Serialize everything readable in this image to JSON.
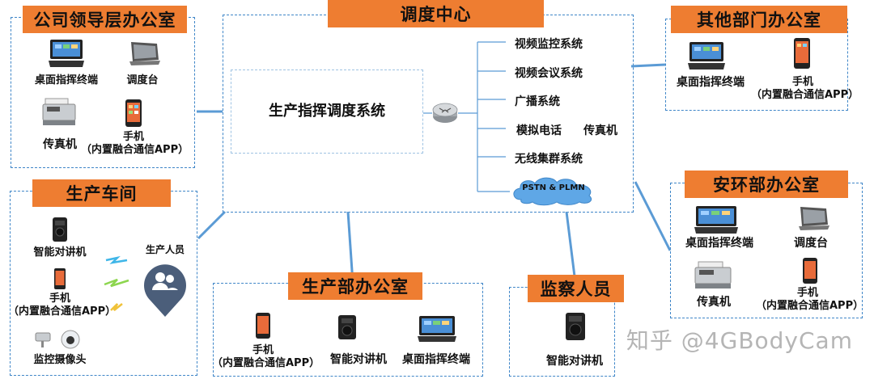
{
  "center": {
    "title": "调度中心",
    "core_system": "生产指挥调度系统",
    "systems": [
      "视频监控系统",
      "视频会议系统",
      "广播系统",
      "模拟电话",
      "传真机",
      "无线集群系统"
    ],
    "cloud": "PSTN & PLMN"
  },
  "leadership": {
    "title": "公司领导层办公室",
    "desktop": "桌面指挥终端",
    "console": "调度台",
    "fax": "传真机",
    "phone_line1": "手机",
    "phone_line2": "（内置融合通信APP）"
  },
  "workshop": {
    "title": "生产车间",
    "intercom": "智能对讲机",
    "phone_line1": "手机",
    "phone_line2": "（内置融合通信APP）",
    "camera": "监控摄像头",
    "staff": "生产人员"
  },
  "production": {
    "title": "生产部办公室",
    "phone_line1": "手机",
    "phone_line2": "（内置融合通信APP）",
    "intercom": "智能对讲机",
    "desktop": "桌面指挥终端"
  },
  "supervision": {
    "title": "监察人员",
    "intercom": "智能对讲机"
  },
  "other": {
    "title": "其他部门办公室",
    "desktop": "桌面指挥终端",
    "phone_line1": "手机",
    "phone_line2": "（内置融合通信APP）"
  },
  "safety": {
    "title": "安环部办公室",
    "desktop": "桌面指挥终端",
    "console": "调度台",
    "fax": "传真机",
    "phone_line1": "手机",
    "phone_line2": "（内置融合通信APP）"
  },
  "watermark": "知乎 @4GBodyCam",
  "colors": {
    "title_bg": "#ee7d31",
    "line": "#5b9bd5",
    "dashed_border": "#3f86c8"
  }
}
